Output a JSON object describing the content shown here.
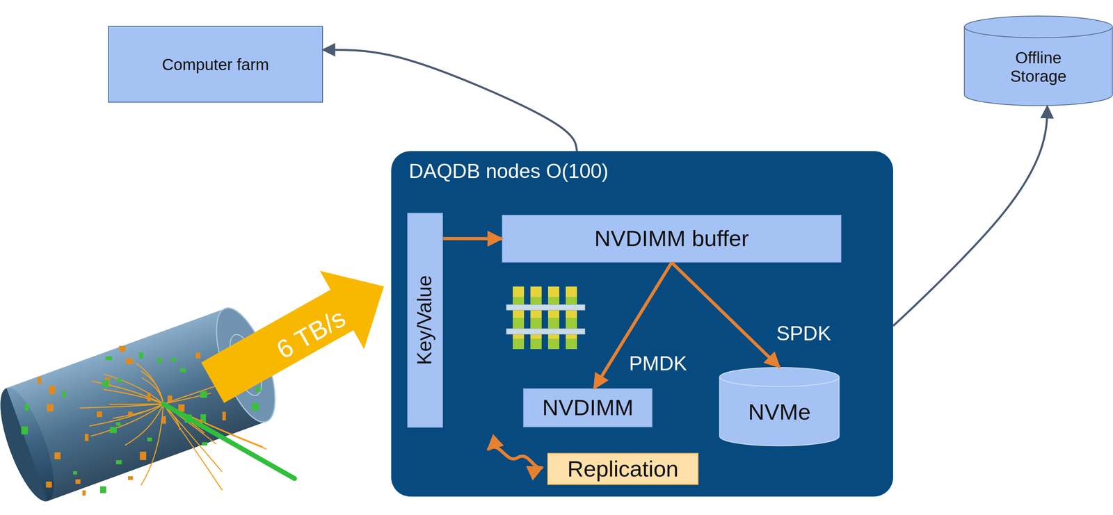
{
  "diagram": {
    "nodes": [
      {
        "text": [
          "Computer farm"
        ]
      },
      {
        "text": [
          "Offline Storage"
        ]
      },
      {
        "text": [
          "DAQDB nodes O(100)"
        ]
      },
      {
        "text": [
          "Key/Value"
        ],
        "in": 2
      },
      {
        "text": [
          "NVDIMM buffer"
        ],
        "in": 2
      },
      {
        "text": [
          "NVDIMM"
        ],
        "in": 2
      },
      {
        "text": [
          "NVMe"
        ],
        "in": 2
      },
      {
        "text": [
          "Replication"
        ],
        "in": 2
      }
    ],
    "edges": [
      {
        "from": 2,
        "to": 0,
        "arrow": "to"
      },
      {
        "from": 2,
        "to": 1,
        "arrow": "to"
      },
      {
        "from": 3,
        "to": 4,
        "arrow": "to"
      },
      {
        "from": 4,
        "to": 5,
        "label": "PMDK",
        "arrow": "to"
      },
      {
        "from": 4,
        "to": 6,
        "label": "SPDK",
        "arrow": "to"
      }
    ],
    "labels": [
      "6 TB/s"
    ]
  }
}
